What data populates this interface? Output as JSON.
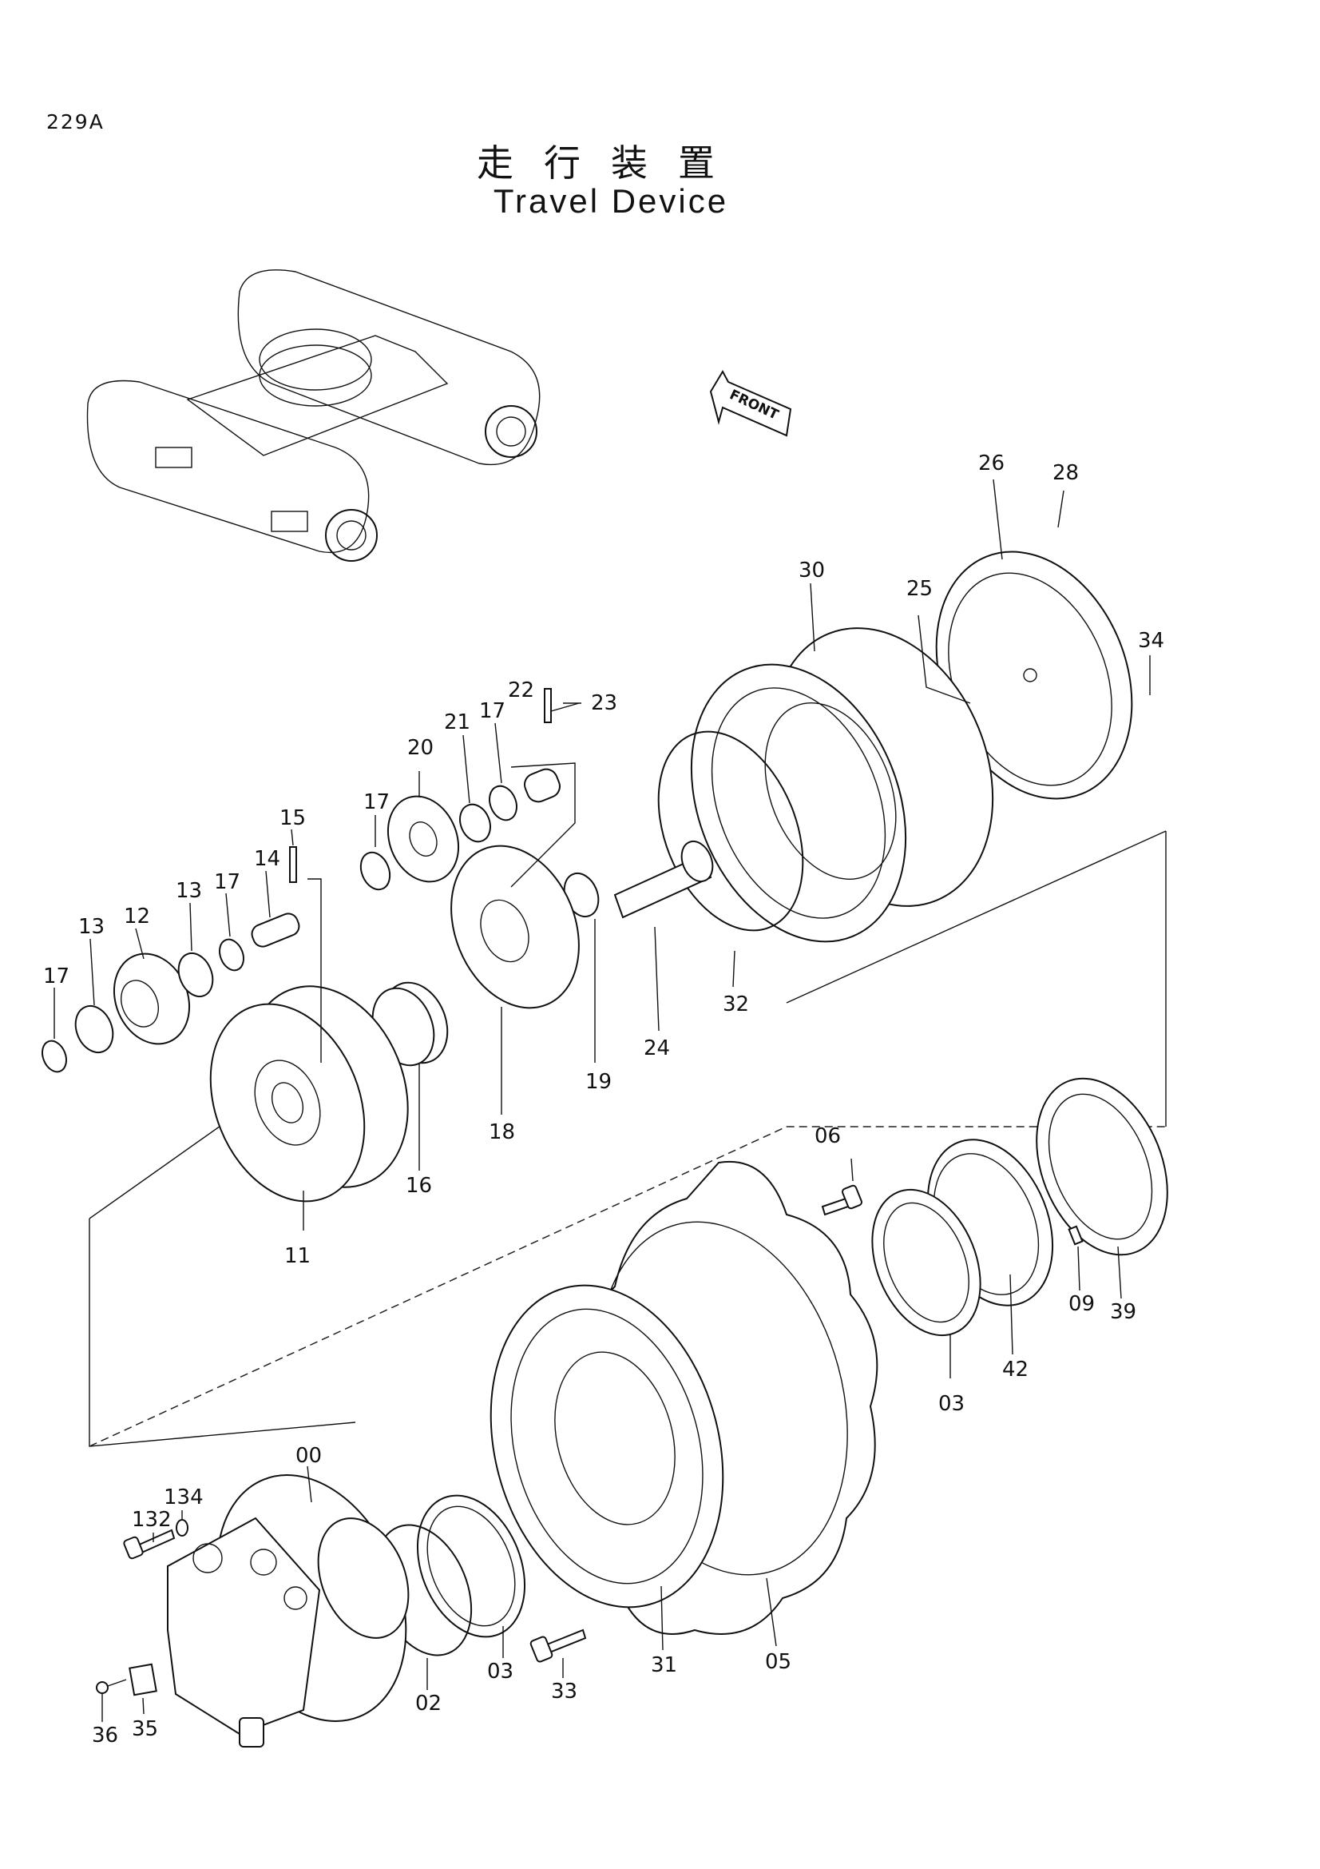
{
  "header": {
    "page_code": "229A",
    "title_jp": "走行装置",
    "title_en": "Travel Device"
  },
  "front_arrow": {
    "label": "FRONT"
  },
  "callouts": [
    "00",
    "02",
    "03",
    "03",
    "05",
    "06",
    "09",
    "11",
    "12",
    "13",
    "13",
    "14",
    "15",
    "16",
    "17",
    "17",
    "17",
    "17",
    "18",
    "19",
    "20",
    "21",
    "22",
    "23",
    "24",
    "25",
    "26",
    "28",
    "30",
    "31",
    "32",
    "33",
    "34",
    "35",
    "36",
    "39",
    "42",
    "132",
    "134"
  ]
}
